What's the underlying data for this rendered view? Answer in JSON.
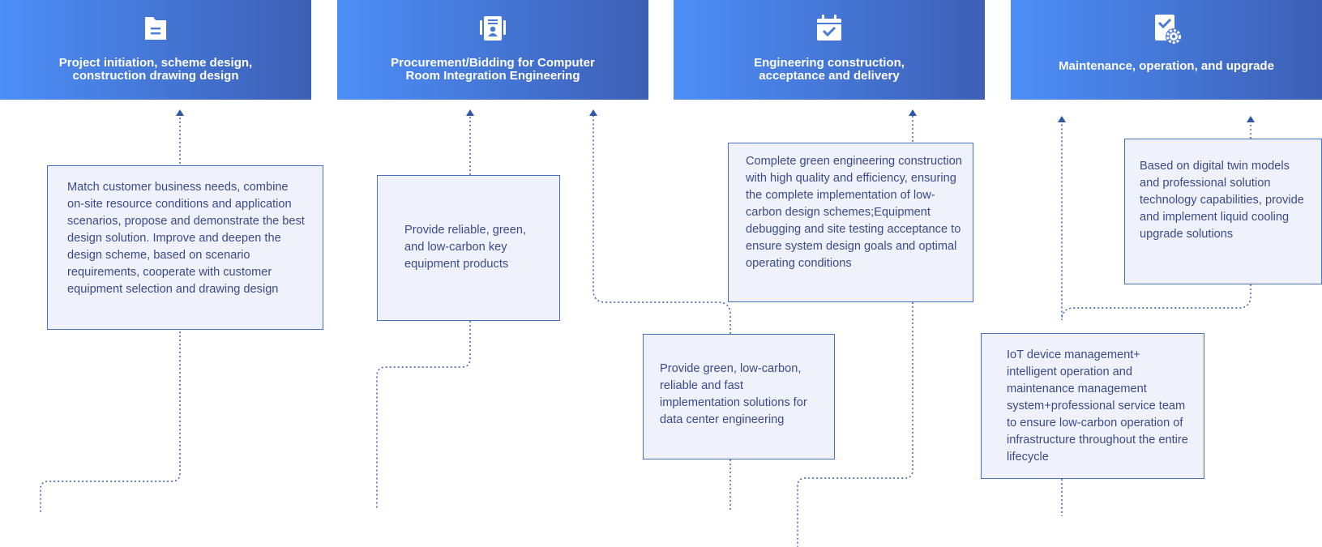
{
  "colors": {
    "header_gradient_start": "#4d8ef7",
    "header_gradient_end": "#3d5fb5",
    "box_fill": "#f0f2fb",
    "box_border": "#4a6fc8",
    "box_text": "#3c4a8c",
    "connector": "#2f56a8"
  },
  "stages": [
    {
      "title": "Project initiation, scheme design,\nconstruction drawing design",
      "icon": "folder-document-icon",
      "boxes": [
        {
          "text": "Match customer business needs, combine on-site resource conditions and application scenarios, propose and demonstrate the best design solution. Improve and deepen the design scheme, based on scenario requirements, cooperate with customer equipment selection and drawing design"
        }
      ]
    },
    {
      "title": "Procurement/Bidding for Computer\nRoom Integration Engineering",
      "icon": "clipboard-user-icon",
      "boxes": [
        {
          "text": "Provide reliable, green, and low-carbon key equipment products"
        },
        {
          "text": "Provide green, low-carbon, reliable and fast implementation solutions for data center engineering"
        }
      ]
    },
    {
      "title": "Engineering construction,\nacceptance and delivery",
      "icon": "calendar-check-icon",
      "boxes": [
        {
          "text": "Complete green engineering construction with high quality and efficiency, ensuring the complete implementation of low-carbon design schemes;Equipment debugging and site testing acceptance to ensure system design goals and optimal operating conditions"
        }
      ]
    },
    {
      "title": "Maintenance, operation, and upgrade",
      "icon": "checklist-gear-icon",
      "boxes": [
        {
          "text": "Based on digital twin models and professional solution technology capabilities, provide and implement liquid cooling upgrade solutions"
        },
        {
          "text": "IoT device management+ intelligent operation and maintenance management system+professional service team to ensure low-carbon operation of infrastructure throughout the entire lifecycle"
        }
      ]
    }
  ]
}
